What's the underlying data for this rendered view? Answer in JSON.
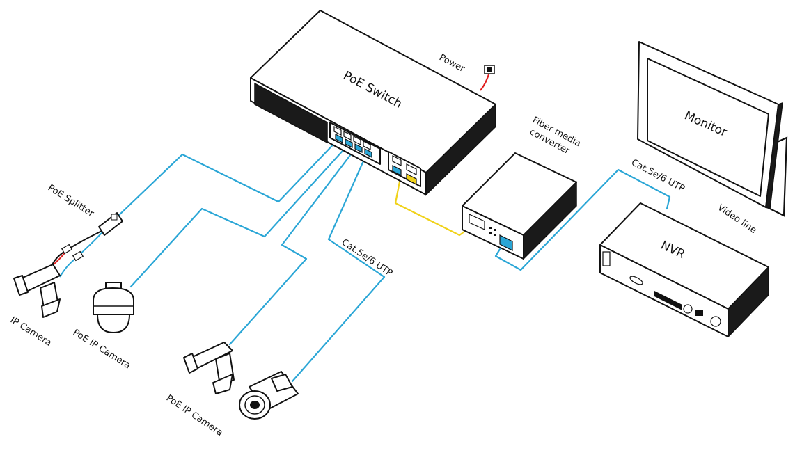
{
  "labels": {
    "poe_switch": "PoE Switch",
    "power": "Power",
    "fiber_media_converter_line1": "Fiber media",
    "fiber_media_converter_line2": "converter",
    "monitor": "Monitor",
    "nvr": "NVR",
    "cat_utp_right": "Cat.5e/6 UTP",
    "cat_utp_center": "Cat.5e/6 UTP",
    "video_line": "Video line",
    "poe_splitter": "PoE Splitter",
    "ip_camera": "IP Camera",
    "poe_ip_camera_dome": "PoE IP Camera",
    "poe_ip_camera_bullet": "PoE IP Camera"
  },
  "colors": {
    "ethernet_cable": "#2aa6d6",
    "fiber_cable": "#f0d21a",
    "power_cable": "#e02020",
    "video_cable": "#111111"
  },
  "icons": [
    "poe-switch-icon",
    "power-socket-icon",
    "fiber-media-converter-icon",
    "monitor-icon",
    "nvr-icon",
    "poe-splitter-icon",
    "ip-camera-icon",
    "dome-camera-icon",
    "box-camera-icon",
    "bullet-camera-icon"
  ]
}
